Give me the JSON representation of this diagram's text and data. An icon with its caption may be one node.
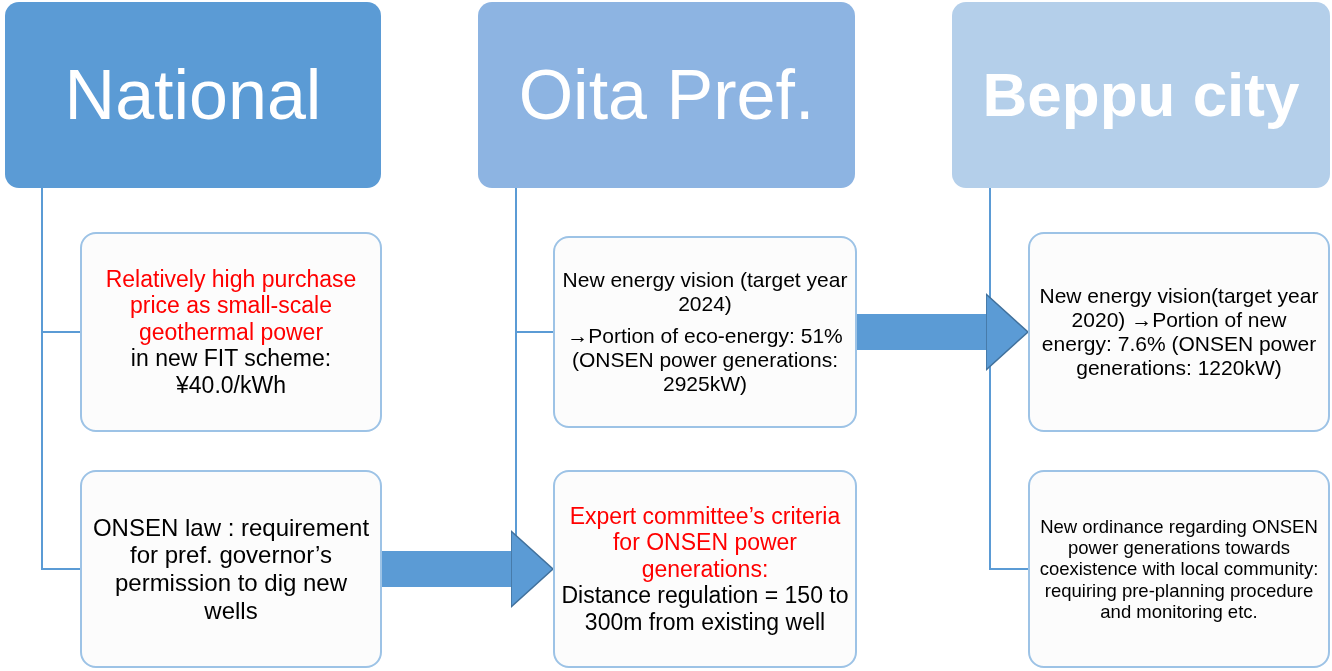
{
  "diagram": {
    "nodes": [
      {
        "text": [
          "National"
        ]
      },
      {
        "text": [
          "Relatively high purchase price as small-scale geothermal power",
          "in new FIT scheme: ¥40.0/kWh"
        ]
      },
      {
        "text": [
          "ONSEN law : requirement for pref. governor’s permission to dig new wells"
        ]
      },
      {
        "text": [
          "Oita Pref."
        ]
      },
      {
        "text": [
          "New energy vision (target year 2024)",
          "→Portion of eco-energy: 51% (ONSEN power generations: 2925kW)"
        ]
      },
      {
        "text": [
          "Expert committee’s criteria for ONSEN power generations:",
          "Distance regulation = 150 to 300m from existing well"
        ]
      },
      {
        "text": [
          "Beppu city"
        ]
      },
      {
        "text": [
          "New energy vision(target year 2020) →Portion of new energy: 7.6% (ONSEN power generations: 1220kW)"
        ]
      },
      {
        "text": [
          "New ordinance regarding ONSEN power generations towards coexistence with local community: requiring pre-planning procedure and monitoring etc."
        ]
      }
    ],
    "edges": [
      {
        "from": 0,
        "to": 1,
        "arrow": "none"
      },
      {
        "from": 0,
        "to": 2,
        "arrow": "none"
      },
      {
        "from": 3,
        "to": 4,
        "arrow": "none"
      },
      {
        "from": 3,
        "to": 5,
        "arrow": "none"
      },
      {
        "from": 6,
        "to": 7,
        "arrow": "none"
      },
      {
        "from": 6,
        "to": 8,
        "arrow": "none"
      },
      {
        "from": 2,
        "to": 5,
        "arrow": "to",
        "style": "thick"
      },
      {
        "from": 4,
        "to": 7,
        "arrow": "to",
        "style": "thick"
      }
    ]
  }
}
